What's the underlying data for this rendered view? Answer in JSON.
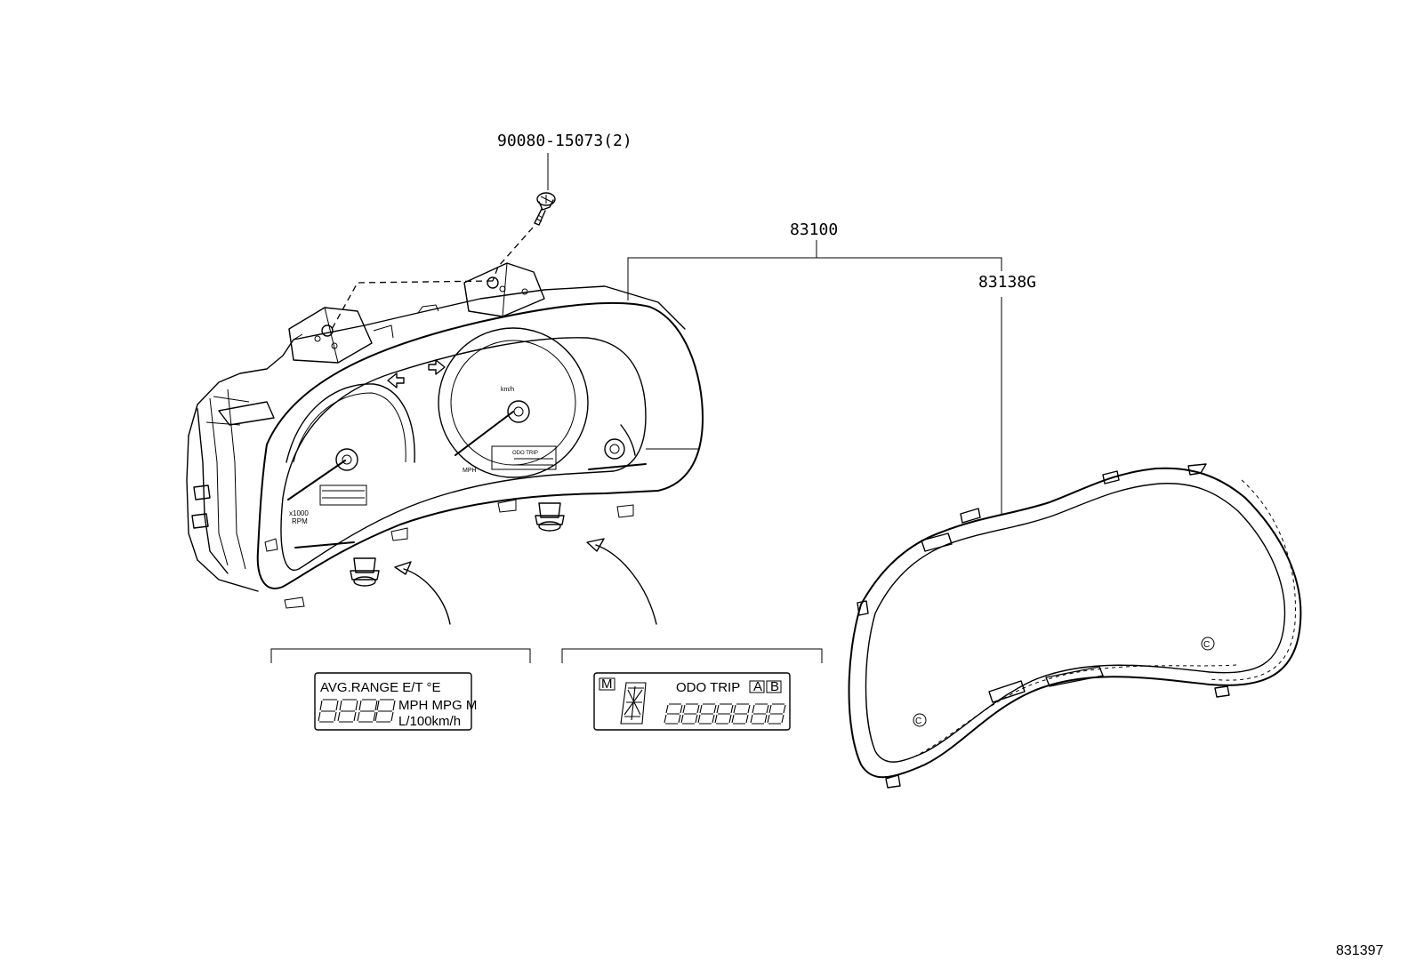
{
  "parts": {
    "screw_label": "90080-15073(2)",
    "assembly_label": "83100",
    "glass_label": "83138G",
    "diagram_id": "831397"
  },
  "display_left": {
    "line1": "AVG.RANGE E/T °E",
    "units_top": "MPH MPG M",
    "units_bottom": "L/100km/h"
  },
  "display_right": {
    "mode_badge": "M",
    "odo_trip": "ODO TRIP",
    "badge_a": "A",
    "badge_b": "B"
  },
  "gauge_texts": {
    "speed_unit": "km/h",
    "mph": "MPH",
    "rpm_scale": "x1000",
    "rpm": "RPM",
    "mini_lcd": "ODO TRIP",
    "glass_mark": "C"
  }
}
